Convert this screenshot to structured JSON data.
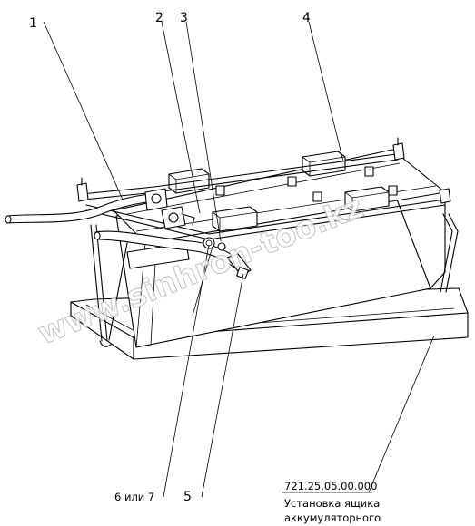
{
  "callouts": {
    "c1": "1",
    "c2": "2",
    "c3": "3",
    "c4": "4",
    "c5": "5",
    "c6": "6 или 7"
  },
  "caption": {
    "code": "721.25.05.00.000",
    "line1": "Установка ящика",
    "line2": "аккумуляторного"
  },
  "watermark": "www.sinhron-too.kz"
}
